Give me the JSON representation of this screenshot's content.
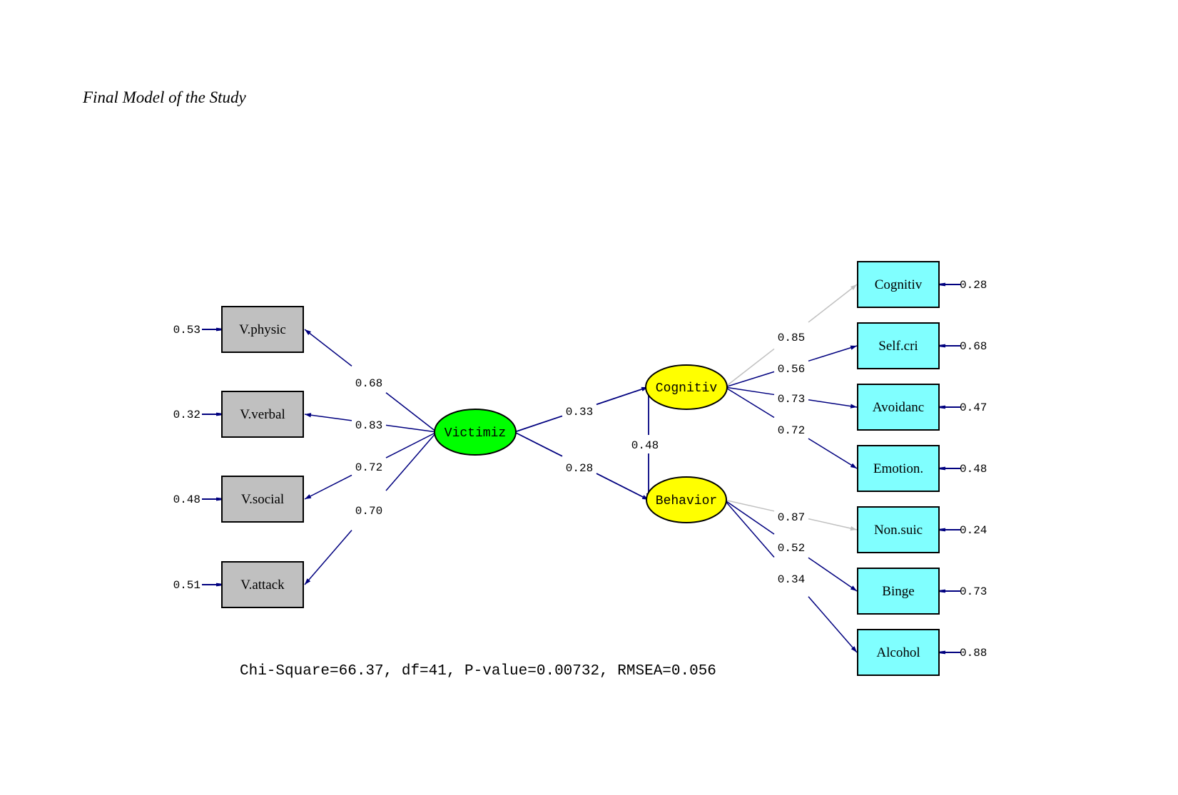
{
  "title": "Final Model of the Study",
  "colors": {
    "path": "#00007f",
    "path_faded": "#c0c0c0",
    "exogenous_indicator_fill": "#c0c0c0",
    "endogenous_indicator_fill": "#80ffff",
    "exogenous_latent_fill": "#00ff00",
    "endogenous_latent_fill": "#ffff00"
  },
  "latents": [
    {
      "id": "victimiz",
      "label": "Victimiz",
      "type": "exogenous"
    },
    {
      "id": "cognitiv_l",
      "label": "Cognitiv",
      "type": "endogenous"
    },
    {
      "id": "behavior",
      "label": "Behavior",
      "type": "endogenous"
    }
  ],
  "indicators": [
    {
      "id": "vphysic",
      "label": "V.physic",
      "latent": "victimiz",
      "loading": "0.68",
      "error": "0.53",
      "faded": false
    },
    {
      "id": "vverbal",
      "label": "V.verbal",
      "latent": "victimiz",
      "loading": "0.83",
      "error": "0.32",
      "faded": false
    },
    {
      "id": "vsocial",
      "label": "V.social",
      "latent": "victimiz",
      "loading": "0.72",
      "error": "0.48",
      "faded": false
    },
    {
      "id": "vattack",
      "label": "V.attack",
      "latent": "victimiz",
      "loading": "0.70",
      "error": "0.51",
      "faded": false
    },
    {
      "id": "cognitiv",
      "label": "Cognitiv",
      "latent": "cognitiv_l",
      "loading": "0.85",
      "error": "0.28",
      "faded": true
    },
    {
      "id": "selfcri",
      "label": "Self.cri",
      "latent": "cognitiv_l",
      "loading": "0.56",
      "error": "0.68",
      "faded": false
    },
    {
      "id": "avoidanc",
      "label": "Avoidanc",
      "latent": "cognitiv_l",
      "loading": "0.73",
      "error": "0.47",
      "faded": false
    },
    {
      "id": "emotion",
      "label": "Emotion.",
      "latent": "cognitiv_l",
      "loading": "0.72",
      "error": "0.48",
      "faded": false
    },
    {
      "id": "nonsuic",
      "label": "Non.suic",
      "latent": "behavior",
      "loading": "0.87",
      "error": "0.24",
      "faded": true
    },
    {
      "id": "binge",
      "label": "Binge",
      "latent": "behavior",
      "loading": "0.52",
      "error": "0.73",
      "faded": false
    },
    {
      "id": "alcohol",
      "label": "Alcohol",
      "latent": "behavior",
      "loading": "0.34",
      "error": "0.88",
      "faded": false
    }
  ],
  "structural_paths": [
    {
      "from": "victimiz",
      "to": "cognitiv_l",
      "coef": "0.33"
    },
    {
      "from": "victimiz",
      "to": "behavior",
      "coef": "0.28"
    },
    {
      "from": "cognitiv_l",
      "to": "behavior",
      "coef": "0.48"
    }
  ],
  "fit": {
    "text": "Chi-Square=66.37, df=41, P-value=0.00732, RMSEA=0.056",
    "chi_square": 66.37,
    "df": 41,
    "p_value": 0.00732,
    "rmsea": 0.056
  }
}
